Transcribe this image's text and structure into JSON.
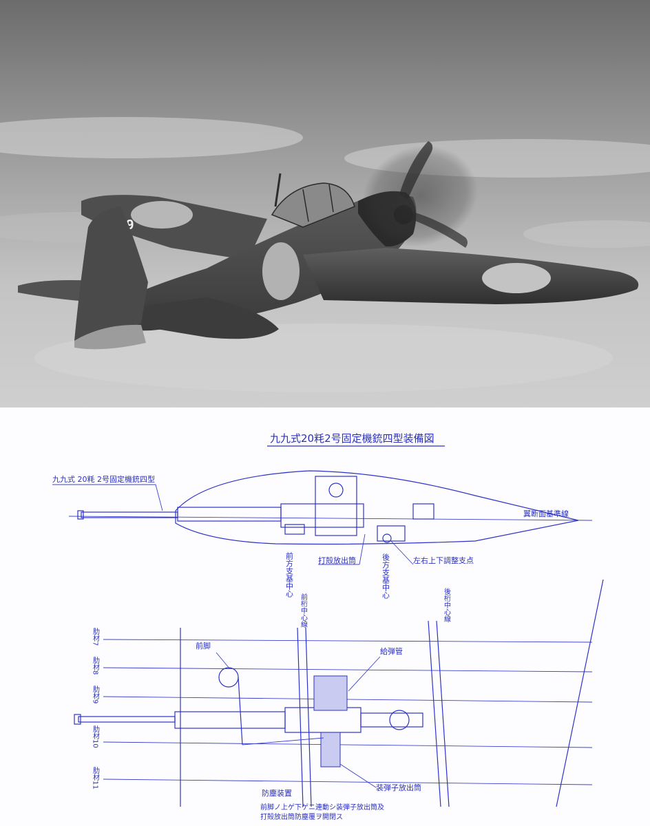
{
  "photo": {
    "tail_number": "29"
  },
  "drawing": {
    "title": "九九式20粍2号固定機銃四型装備図",
    "side_view": {
      "gun_label": "九九式 20粍 2号固定機銃四型",
      "chord_label": "翼断面基準線",
      "front_support_label": "前方支基中心",
      "rear_support_label": "後方支基中心",
      "case_ejector_label": "打殻放出筒",
      "adjust_label": "左右上下調整支点"
    },
    "plan_view": {
      "rib_labels": [
        "肋材7",
        "肋材8",
        "肋材9",
        "肋材10",
        "肋材11"
      ],
      "front_spar_label": "前桁中心線",
      "rear_spar_label": "後桁中心線",
      "front_leg_label": "前脚",
      "feed_tube_label": "給弾管",
      "link_ejector_label": "装弾子放出筒",
      "dust_device_label": "防塵装置",
      "note_line_1": "前脚ノ上ゲ下ゲニ連動シ装弾子放出筒及",
      "note_line_2": "打殻放出筒防塵覆ヲ開閉ス"
    }
  }
}
